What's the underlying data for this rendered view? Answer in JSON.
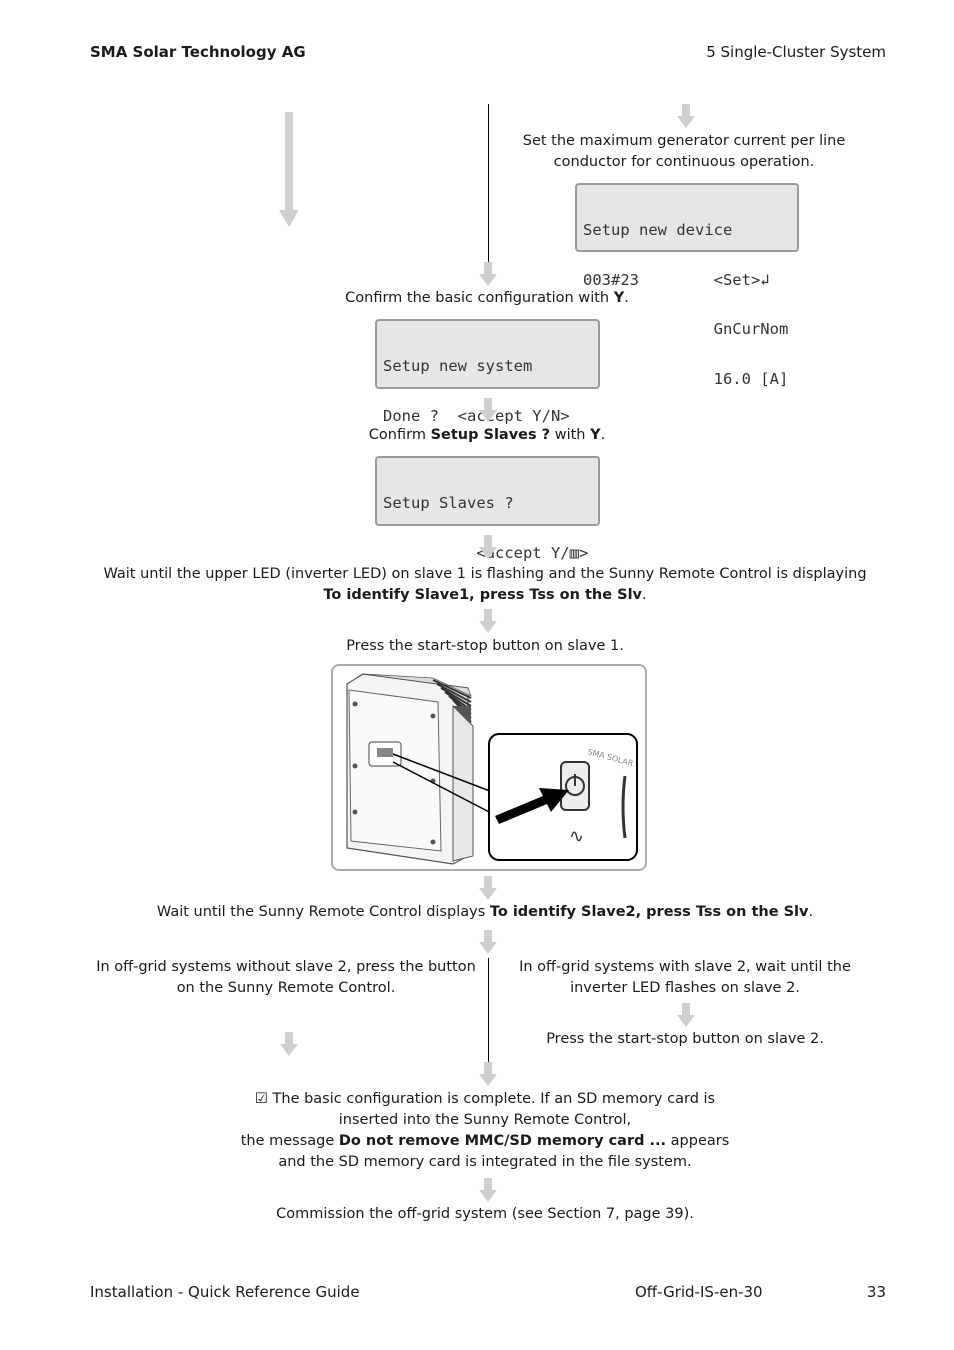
{
  "header": {
    "company": "SMA Solar Technology AG",
    "section": "5  Single-Cluster System"
  },
  "step_gen_current": "Set the maximum generator current per line conductor for continuous operation.",
  "lcd1": {
    "line1": "Setup new device",
    "line2": "003#23        <Set>↲",
    "line3": "              GnCurNom",
    "line4": "              16.0 [A]"
  },
  "step_confirm_basic": {
    "text": "Confirm the basic configuration with ",
    "key": "Y",
    "end": "."
  },
  "lcd2": {
    "line1": "Setup new system",
    "line2": "Done ?  <accept Y/N>"
  },
  "step_confirm_slaves": {
    "pre": "Confirm ",
    "bold": "Setup Slaves ?",
    "mid": " with ",
    "key": "Y",
    "end": "."
  },
  "lcd3": {
    "line1": "Setup Slaves ?",
    "line2": "          <accept Y/▥>"
  },
  "step_wait_slave1": {
    "text": "Wait until the upper LED (inverter LED) on slave 1 is flashing and the Sunny Remote Control is displaying",
    "bold": "To identify Slave1, press Tss on the Slv",
    "end": "."
  },
  "step_press_slave1": "Press the start-stop button on slave 1.",
  "figure": {
    "brand": "SMA SOLAR",
    "symbol": "∿"
  },
  "step_wait_slave2": {
    "text": "Wait until the Sunny Remote Control displays ",
    "bold": "To identify Slave2, press Tss on the Slv",
    "end": "."
  },
  "branch_left": "In off-grid systems without slave 2, press the button on the Sunny Remote Control.",
  "branch_right": "In off-grid systems with slave 2, wait until the inverter LED flashes on slave 2.",
  "step_press_slave2": "Press the start-stop button on slave 2.",
  "result": {
    "check": "☑",
    "line1": " The basic configuration is complete. If an SD memory card is",
    "line2": "inserted into the Sunny Remote Control,",
    "line3_pre": "the message ",
    "line3_bold": "Do not remove MMC/SD memory card ...",
    "line3_end": " appears",
    "line4": "and the SD memory card is integrated in the file system."
  },
  "step_commission": "Commission the off-grid system (see Section 7, page 39).",
  "footer": {
    "title": "Installation - Quick Reference Guide",
    "doc": "Off-Grid-IS-en-30",
    "page": "33"
  }
}
